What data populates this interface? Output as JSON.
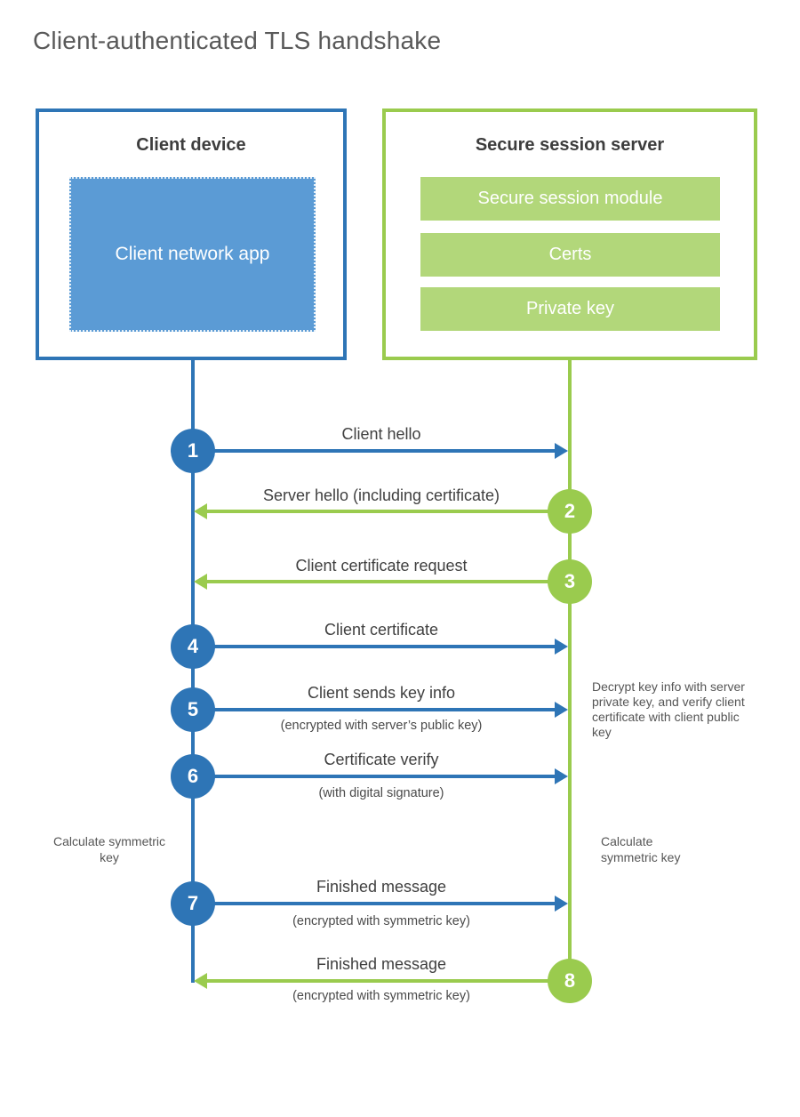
{
  "title": "Client-authenticated TLS handshake",
  "colors": {
    "blue_border": "#2e75b6",
    "blue_fill": "#5b9bd5",
    "green_line": "#9acb4e",
    "green_fill": "#b2d77a",
    "text_dark": "#404040",
    "title_gray": "#595959"
  },
  "client_box": {
    "title": "Client device",
    "app": "Client network app"
  },
  "server_box": {
    "title": "Secure session server",
    "modules": [
      "Secure session module",
      "Certs",
      "Private key"
    ]
  },
  "steps": [
    {
      "num": "1",
      "label": "Client hello",
      "from": "client",
      "to": "server"
    },
    {
      "num": "2",
      "label": "Server hello (including certificate)",
      "from": "server",
      "to": "client"
    },
    {
      "num": "3",
      "label": "Client certificate request",
      "from": "server",
      "to": "client"
    },
    {
      "num": "4",
      "label": "Client certificate",
      "from": "client",
      "to": "server"
    },
    {
      "num": "5",
      "label": "Client sends key info",
      "sub": "(encrypted with server’s public key)",
      "from": "client",
      "to": "server"
    },
    {
      "num": "6",
      "label": "Certificate verify",
      "sub": "(with digital signature)",
      "from": "client",
      "to": "server"
    },
    {
      "num": "7",
      "label": "Finished message",
      "sub": "(encrypted with symmetric key)",
      "from": "client",
      "to": "server"
    },
    {
      "num": "8",
      "label": "Finished message",
      "sub": "(encrypted with symmetric key)",
      "from": "server",
      "to": "client"
    }
  ],
  "notes": {
    "decrypt": "Decrypt key info with server private key, and verify client certificate with client public key",
    "calc_left": "Calculate symmetric key",
    "calc_right": "Calculate symmetric key"
  }
}
